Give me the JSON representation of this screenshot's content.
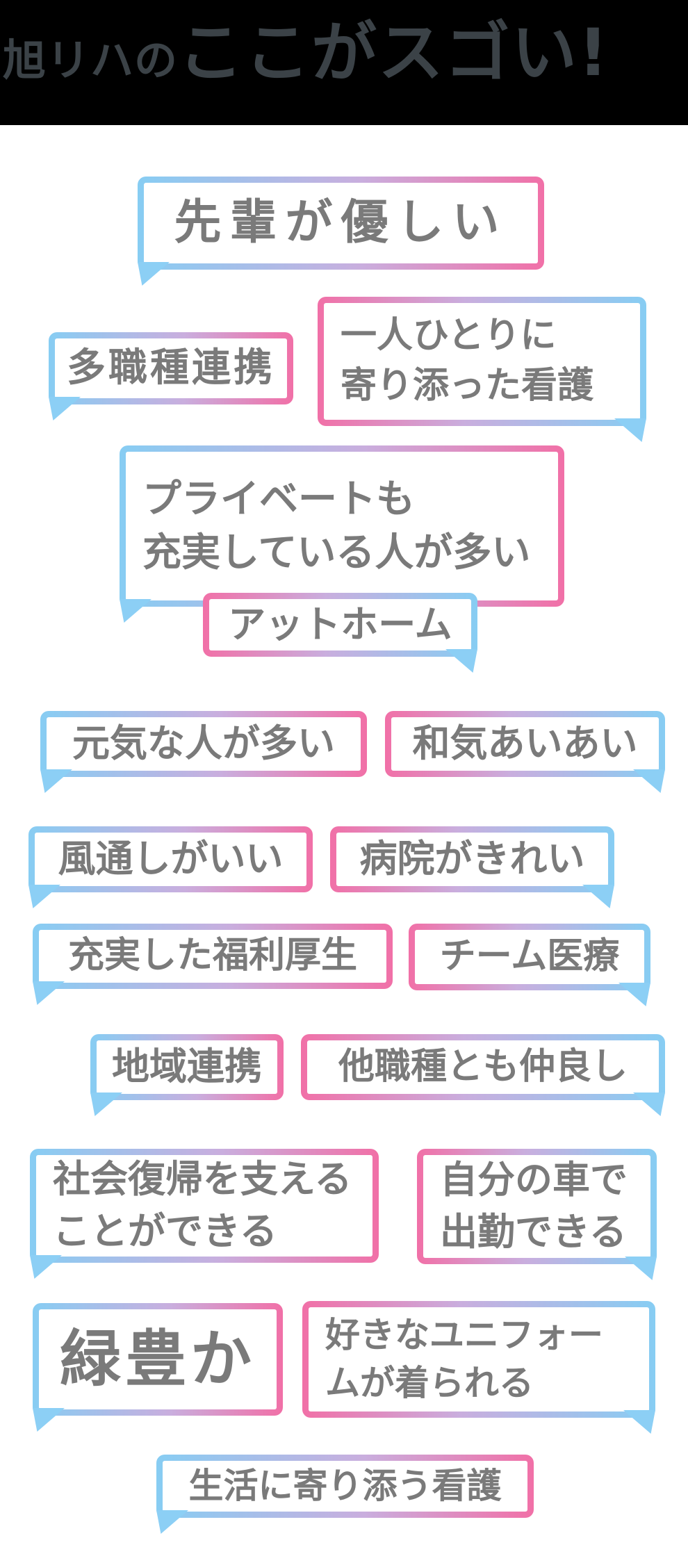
{
  "header": {
    "prefix": "旭リハの",
    "title": "ここがスゴい!",
    "background": "#000000",
    "text_color": "#3b4247"
  },
  "palette": {
    "bubble_blue": "#87cdf3",
    "bubble_pink": "#f170a7",
    "gradient_mid": "#c9aede",
    "bubble_background": "#ffffff",
    "bubble_text_gray": "#7a7a7a"
  },
  "bubbles": [
    {
      "text": "先輩が優しい",
      "gradient": "blue-to-pink",
      "tail": "bottom-left"
    },
    {
      "text": "多職種連携",
      "gradient": "blue-to-pink",
      "tail": "bottom-left"
    },
    {
      "text": "一人ひとりに\n寄り添った看護",
      "gradient": "pink-to-blue",
      "tail": "bottom-right"
    },
    {
      "text": "プライベートも\n充実している人が多い",
      "gradient": "blue-to-pink",
      "tail": "bottom-left"
    },
    {
      "text": "アットホーム",
      "gradient": "pink-to-blue",
      "tail": "bottom-right"
    },
    {
      "text": "元気な人が多い",
      "gradient": "blue-to-pink",
      "tail": "bottom-left"
    },
    {
      "text": "和気あいあい",
      "gradient": "pink-to-blue",
      "tail": "bottom-right"
    },
    {
      "text": "風通しがいい",
      "gradient": "blue-to-pink",
      "tail": "bottom-left"
    },
    {
      "text": "病院がきれい",
      "gradient": "pink-to-blue",
      "tail": "bottom-right"
    },
    {
      "text": "充実した福利厚生",
      "gradient": "blue-to-pink",
      "tail": "bottom-left"
    },
    {
      "text": "チーム医療",
      "gradient": "pink-to-blue",
      "tail": "bottom-right"
    },
    {
      "text": "地域連携",
      "gradient": "blue-to-pink",
      "tail": "bottom-left"
    },
    {
      "text": "他職種とも仲良し",
      "gradient": "pink-to-blue",
      "tail": "bottom-right"
    },
    {
      "text": "社会復帰を支える\nことができる",
      "gradient": "blue-to-pink",
      "tail": "bottom-left"
    },
    {
      "text": "自分の車で\n出勤できる",
      "gradient": "pink-to-blue",
      "tail": "bottom-right"
    },
    {
      "text": "緑豊か",
      "gradient": "blue-to-pink",
      "tail": "bottom-left"
    },
    {
      "text": "好きなユニフォー\nムが着られる",
      "gradient": "pink-to-blue",
      "tail": "bottom-right"
    },
    {
      "text": "生活に寄り添う看護",
      "gradient": "blue-to-pink",
      "tail": "bottom-left"
    }
  ]
}
